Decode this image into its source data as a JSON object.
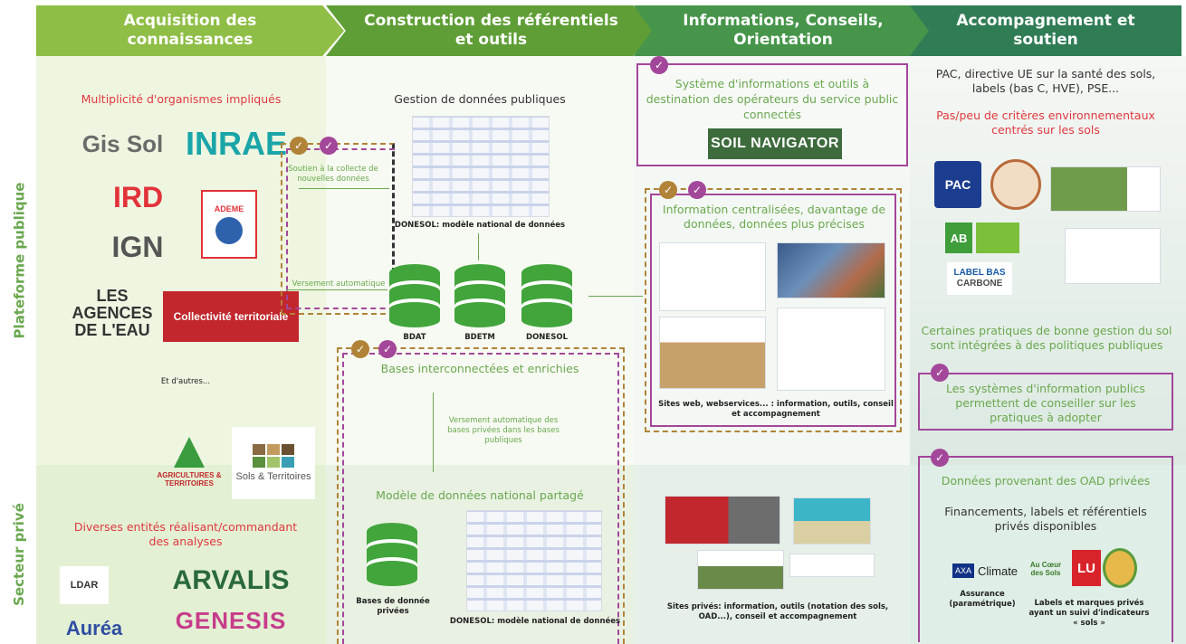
{
  "headers": [
    "Acquisition des connaissances",
    "Construction des référentiels et outils",
    "Informations, Conseils, Orientation",
    "Accompagnement et soutien"
  ],
  "sides": {
    "public": "Plateforme publique",
    "private": "Secteur privé"
  },
  "col1": {
    "multi": "Multiplicité d'organismes impliqués",
    "others": "Et d'autres...",
    "diverses": "Diverses entités réalisant/commandant des analyses",
    "logos": {
      "gissol": "Gis Sol",
      "inrae": "INRAE",
      "ird": "IRD",
      "ademe": "ADEME",
      "ign": "IGN",
      "agences": "LES AGENCES DE L'EAU",
      "collectivite": "Collectivité territoriale",
      "chambres": "AGRICULTURES & TERRITOIRES",
      "sols": "Sols & Territoires",
      "ldar": "LDAR",
      "arvalis": "ARVALIS",
      "aurea": "Auréa",
      "genesis": "GENESIS"
    }
  },
  "col2": {
    "gestion": "Gestion de données publiques",
    "donesol_model": "DONESOL: modèle national de données",
    "soutien": "Soutien à la collecte de nouvelles données",
    "versement": "Versement automatique",
    "db": [
      "BDAT",
      "BDETM",
      "DONESOL"
    ],
    "interconnectees": "Bases interconnectées et enrichies",
    "versement_prive": "Versement automatique des bases privées dans les bases publiques",
    "modele_partage": "Modèle de données national partagé",
    "bases_privees": "Bases de donnée privées",
    "donesol_model2": "DONESOL: modèle national de données"
  },
  "col3": {
    "systeme": "Système d'informations et outils à destination des opérateurs du service public connectés",
    "soil_navigator": "SOIL NAVIGATOR",
    "info_centralisees": "Information centralisées, davantage de données, données plus précises",
    "sites_web": "Sites web, webservices... : information, outils, conseil et accompagnement",
    "sites_prives": "Sites privés: information, outils (notation des sols, OAD...), conseil et accompagnement"
  },
  "col4": {
    "pac": "PAC, directive UE sur la santé des sols, labels (bas C, HVE), PSE...",
    "peu": "Pas/peu de critères environnementaux centrés sur les sols",
    "certaines": "Certaines pratiques de bonne gestion du sol sont intégrées à des politiques publiques",
    "systemes": "Les systèmes d'information publics permettent de conseiller sur les pratiques à adopter",
    "oad": "Données provenant des OAD privées",
    "financements": "Financements, labels et référentiels privés disponibles",
    "assurance": "Assurance (paramétrique)",
    "labels_prives": "Labels et marques privés ayant un suivi d'indicateurs « sols »",
    "logos": {
      "pac": "PAC",
      "ab": "AB",
      "label_bas": "LABEL BAS",
      "carbone": "CARBONE",
      "axa": "AXA",
      "climate": "Climate",
      "au_coeur": "Au Cœur des Sols",
      "lu": "LU"
    }
  },
  "colors": {
    "purple": "#a3479a",
    "gold": "#b18338",
    "green": "#6aa84f",
    "red": "#e0383e"
  }
}
